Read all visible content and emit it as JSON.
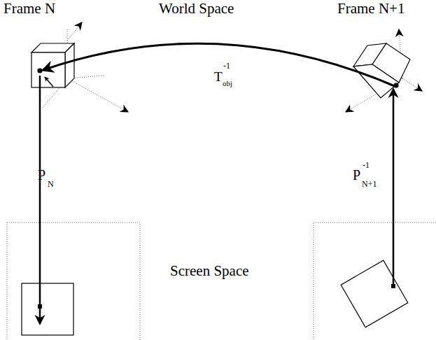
{
  "diagram": {
    "labels": [
      "Frame N",
      "World Space",
      "Frame N+1",
      "T",
      "-1",
      "obj",
      "P",
      "N",
      "P",
      "-1",
      "N+1",
      "Screen Space"
    ]
  }
}
